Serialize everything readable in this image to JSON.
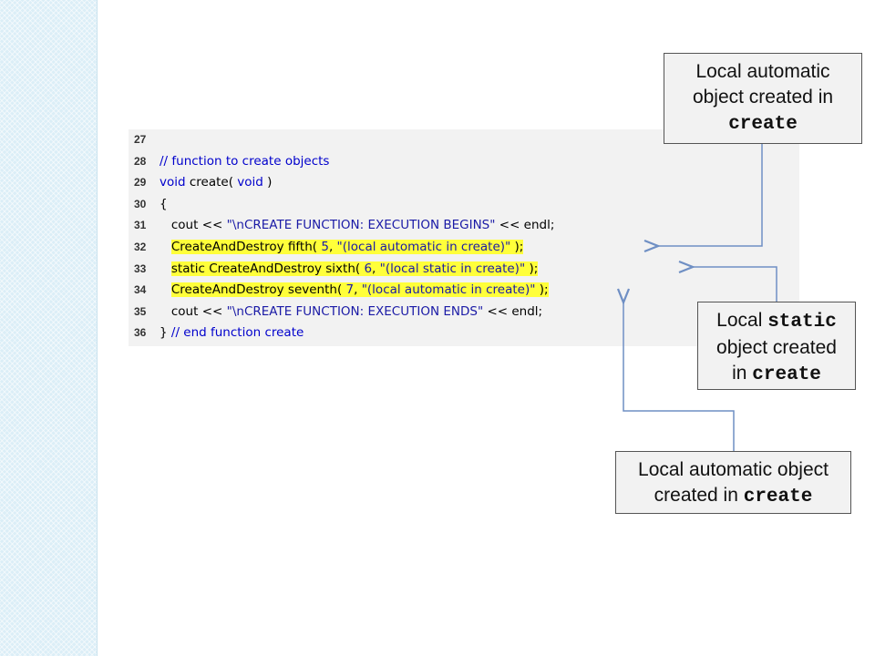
{
  "code": {
    "lines": [
      {
        "num": "27",
        "tokens": []
      },
      {
        "num": "28",
        "tokens": [
          {
            "t": "// function to create objects",
            "c": "cm"
          }
        ]
      },
      {
        "num": "29",
        "tokens": [
          {
            "t": "void",
            "c": "kw"
          },
          {
            "t": " create( ",
            "c": ""
          },
          {
            "t": "void",
            "c": "kw"
          },
          {
            "t": " )",
            "c": ""
          }
        ]
      },
      {
        "num": "30",
        "tokens": [
          {
            "t": "{",
            "c": ""
          }
        ]
      },
      {
        "num": "31",
        "tokens": [
          {
            "t": "   cout << ",
            "c": ""
          },
          {
            "t": "\"\\nCREATE FUNCTION: EXECUTION BEGINS\"",
            "c": "st"
          },
          {
            "t": " << endl;",
            "c": ""
          }
        ]
      },
      {
        "num": "32",
        "indent": "   ",
        "tokens": [
          {
            "t": "CreateAndDestroy fifth( ",
            "c": ""
          },
          {
            "t": "5",
            "c": "nm"
          },
          {
            "t": ", ",
            "c": ""
          },
          {
            "t": "\"(local automatic in create)\"",
            "c": "st"
          },
          {
            "t": " );",
            "c": ""
          }
        ],
        "highlight": true
      },
      {
        "num": "33",
        "indent": "   ",
        "tokens": [
          {
            "t": "static CreateAndDestroy sixth( ",
            "c": ""
          },
          {
            "t": "6",
            "c": "nm"
          },
          {
            "t": ", ",
            "c": ""
          },
          {
            "t": "\"(local static in create)\"",
            "c": "st"
          },
          {
            "t": " );",
            "c": ""
          }
        ],
        "highlight": true
      },
      {
        "num": "34",
        "indent": "   ",
        "tokens": [
          {
            "t": "CreateAndDestroy seventh( ",
            "c": ""
          },
          {
            "t": "7",
            "c": "nm"
          },
          {
            "t": ", ",
            "c": ""
          },
          {
            "t": "\"(local automatic in create)\"",
            "c": "st"
          },
          {
            "t": " );",
            "c": ""
          }
        ],
        "highlight": true
      },
      {
        "num": "35",
        "tokens": [
          {
            "t": "   cout << ",
            "c": ""
          },
          {
            "t": "\"\\nCREATE FUNCTION: EXECUTION ENDS\"",
            "c": "st"
          },
          {
            "t": " << endl;",
            "c": ""
          }
        ]
      },
      {
        "num": "36",
        "tokens": [
          {
            "t": "} ",
            "c": ""
          },
          {
            "t": "// end function create",
            "c": "cm"
          }
        ]
      }
    ]
  },
  "callouts": {
    "top": {
      "line1": "Local automatic",
      "line2": "object created in",
      "mono": "create"
    },
    "middle": {
      "pre": "Local ",
      "mono1": "static",
      "line2": "object created",
      "in_text": "in ",
      "mono2": "create"
    },
    "bottom": {
      "line1": "Local automatic object",
      "in_text": "created in ",
      "mono": "create"
    }
  },
  "colors": {
    "highlight": "#ffff3a",
    "keyword": "#0000cc",
    "arrow": "#6f8fc4",
    "strip": "#dbeef7"
  }
}
